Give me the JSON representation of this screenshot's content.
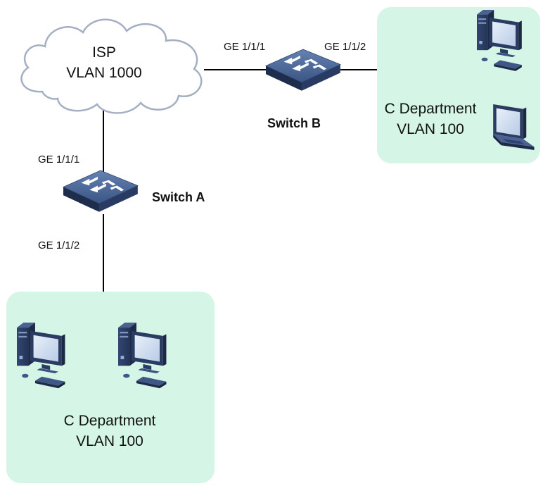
{
  "isp": {
    "line1": "ISP",
    "line2": "VLAN 1000"
  },
  "switch_a": {
    "label": "Switch A",
    "uplink_port": "GE 1/1/1",
    "downlink_port": "GE 1/1/2"
  },
  "switch_b": {
    "label": "Switch B",
    "uplink_port": "GE 1/1/1",
    "downlink_port": "GE 1/1/2"
  },
  "department_b": {
    "line1": "C Department",
    "line2": "VLAN 100"
  },
  "department_a": {
    "line1": "C Department",
    "line2": "VLAN 100"
  },
  "colors": {
    "zone_fill": "#d5f6e6",
    "cloud_fill": "#ffffff",
    "cloud_stroke": "#a4afc3",
    "link": "#000000",
    "device_dark": "#2e3f6a",
    "device_top": "#4d6a98",
    "screen": "#c9d9ef"
  }
}
